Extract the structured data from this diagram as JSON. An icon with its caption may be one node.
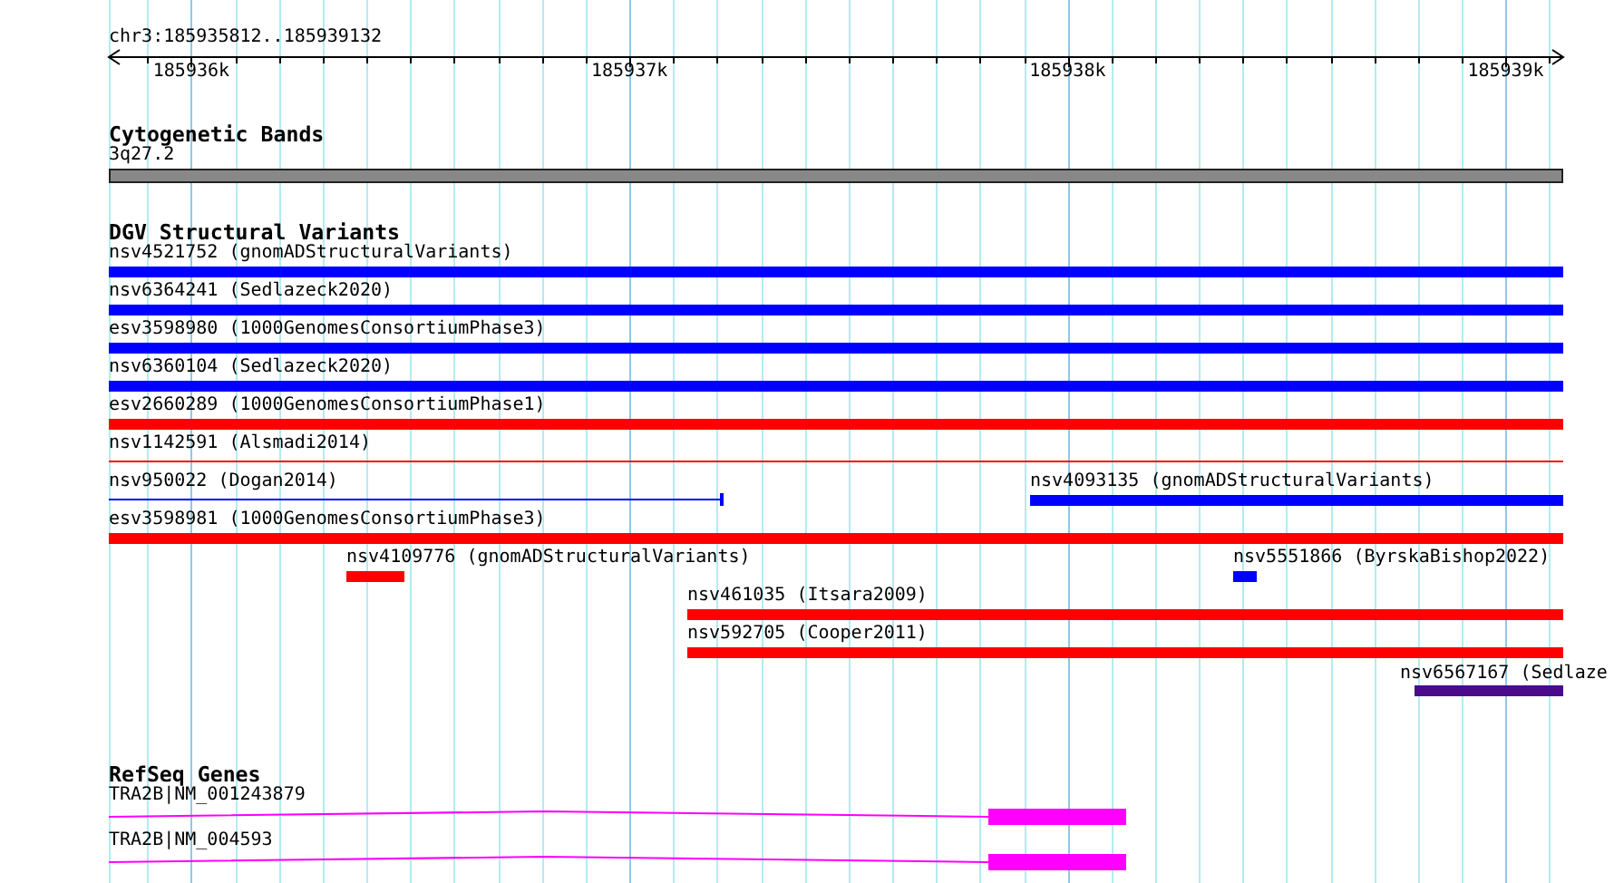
{
  "diagram": {
    "nodes": [
      {
        "text": [
          "3q27.2"
        ]
      },
      {
        "text": [
          "nsv4521752 (gnomADStructuralVariants)"
        ]
      },
      {
        "text": [
          "nsv6364241 (Sedlazeck2020)"
        ]
      },
      {
        "text": [
          "esv3598980 (1000GenomesConsortiumPhase3)"
        ]
      },
      {
        "text": [
          "nsv6360104 (Sedlazeck2020)"
        ]
      },
      {
        "text": [
          "esv2660289 (1000GenomesConsortiumPhase1)"
        ]
      },
      {
        "text": [
          "nsv1142591 (Alsmadi2014)"
        ]
      },
      {
        "text": [
          "nsv950022 (Dogan2014)"
        ]
      },
      {
        "text": [
          "nsv4093135 (gnomADStructuralVariants)"
        ]
      },
      {
        "text": [
          "esv3598981 (1000GenomesConsortiumPhase3)"
        ]
      },
      {
        "text": [
          "nsv4109776 (gnomADStructuralVariants)"
        ]
      },
      {
        "text": [
          "nsv5551866 (ByrskaBishop2022)"
        ]
      },
      {
        "text": [
          "nsv461035 (Itsara2009)"
        ]
      },
      {
        "text": [
          "nsv592705 (Cooper2011)"
        ]
      },
      {
        "text": [
          "nsv6567167 (Sedlaze"
        ]
      },
      {
        "text": [
          "TRA2B|NM_001243879"
        ]
      },
      {
        "text": [
          "TRA2B|NM_004593"
        ]
      }
    ],
    "labels": [
      "chr3:185935812..185939132",
      "185936k",
      "185937k",
      "185938k",
      "185939k",
      "Cytogenetic Bands",
      "DGV Structural Variants",
      "RefSeq Genes"
    ]
  }
}
